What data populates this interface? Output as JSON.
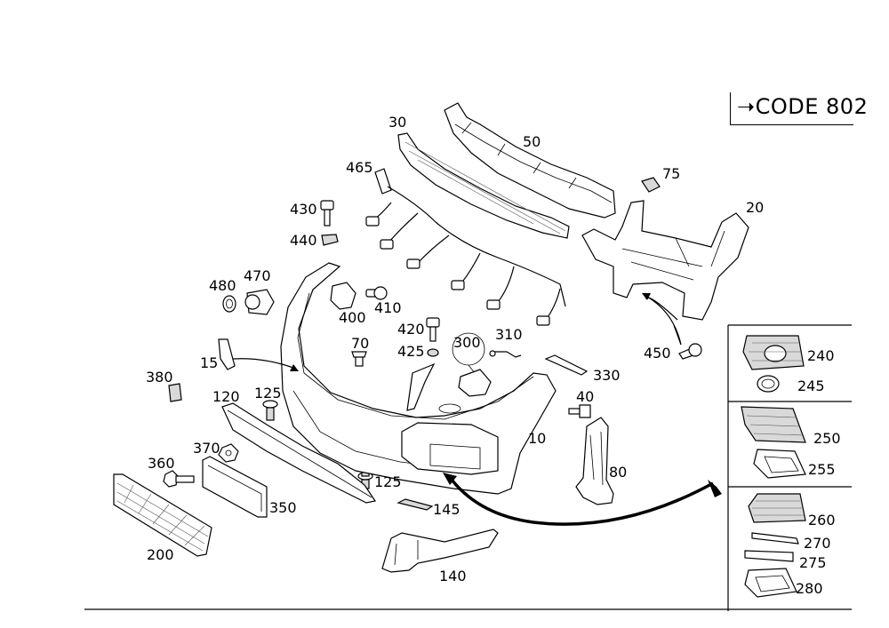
{
  "code_label": "CODE 802",
  "callouts": [
    {
      "id": "c30",
      "text": "30"
    },
    {
      "id": "c50",
      "text": "50"
    },
    {
      "id": "c465",
      "text": "465"
    },
    {
      "id": "c75",
      "text": "75"
    },
    {
      "id": "c20",
      "text": "20"
    },
    {
      "id": "c430",
      "text": "430"
    },
    {
      "id": "c440",
      "text": "440"
    },
    {
      "id": "c470",
      "text": "470"
    },
    {
      "id": "c480",
      "text": "480"
    },
    {
      "id": "c400",
      "text": "400"
    },
    {
      "id": "c410",
      "text": "410"
    },
    {
      "id": "c420",
      "text": "420"
    },
    {
      "id": "c425",
      "text": "425"
    },
    {
      "id": "c300",
      "text": "300"
    },
    {
      "id": "c310",
      "text": "310"
    },
    {
      "id": "c70",
      "text": "70"
    },
    {
      "id": "c450",
      "text": "450"
    },
    {
      "id": "c15",
      "text": "15"
    },
    {
      "id": "c330",
      "text": "330"
    },
    {
      "id": "c380",
      "text": "380"
    },
    {
      "id": "c125a",
      "text": "125"
    },
    {
      "id": "c120",
      "text": "120"
    },
    {
      "id": "c40",
      "text": "40"
    },
    {
      "id": "c10",
      "text": "10"
    },
    {
      "id": "c370",
      "text": "370"
    },
    {
      "id": "c360",
      "text": "360"
    },
    {
      "id": "c80",
      "text": "80"
    },
    {
      "id": "c125b",
      "text": "125"
    },
    {
      "id": "c350",
      "text": "350"
    },
    {
      "id": "c145",
      "text": "145"
    },
    {
      "id": "c200",
      "text": "200"
    },
    {
      "id": "c140",
      "text": "140"
    },
    {
      "id": "c240",
      "text": "240"
    },
    {
      "id": "c245",
      "text": "245"
    },
    {
      "id": "c250",
      "text": "250"
    },
    {
      "id": "c255",
      "text": "255"
    },
    {
      "id": "c260",
      "text": "260"
    },
    {
      "id": "c270",
      "text": "270"
    },
    {
      "id": "c275",
      "text": "275"
    },
    {
      "id": "c280",
      "text": "280"
    }
  ]
}
